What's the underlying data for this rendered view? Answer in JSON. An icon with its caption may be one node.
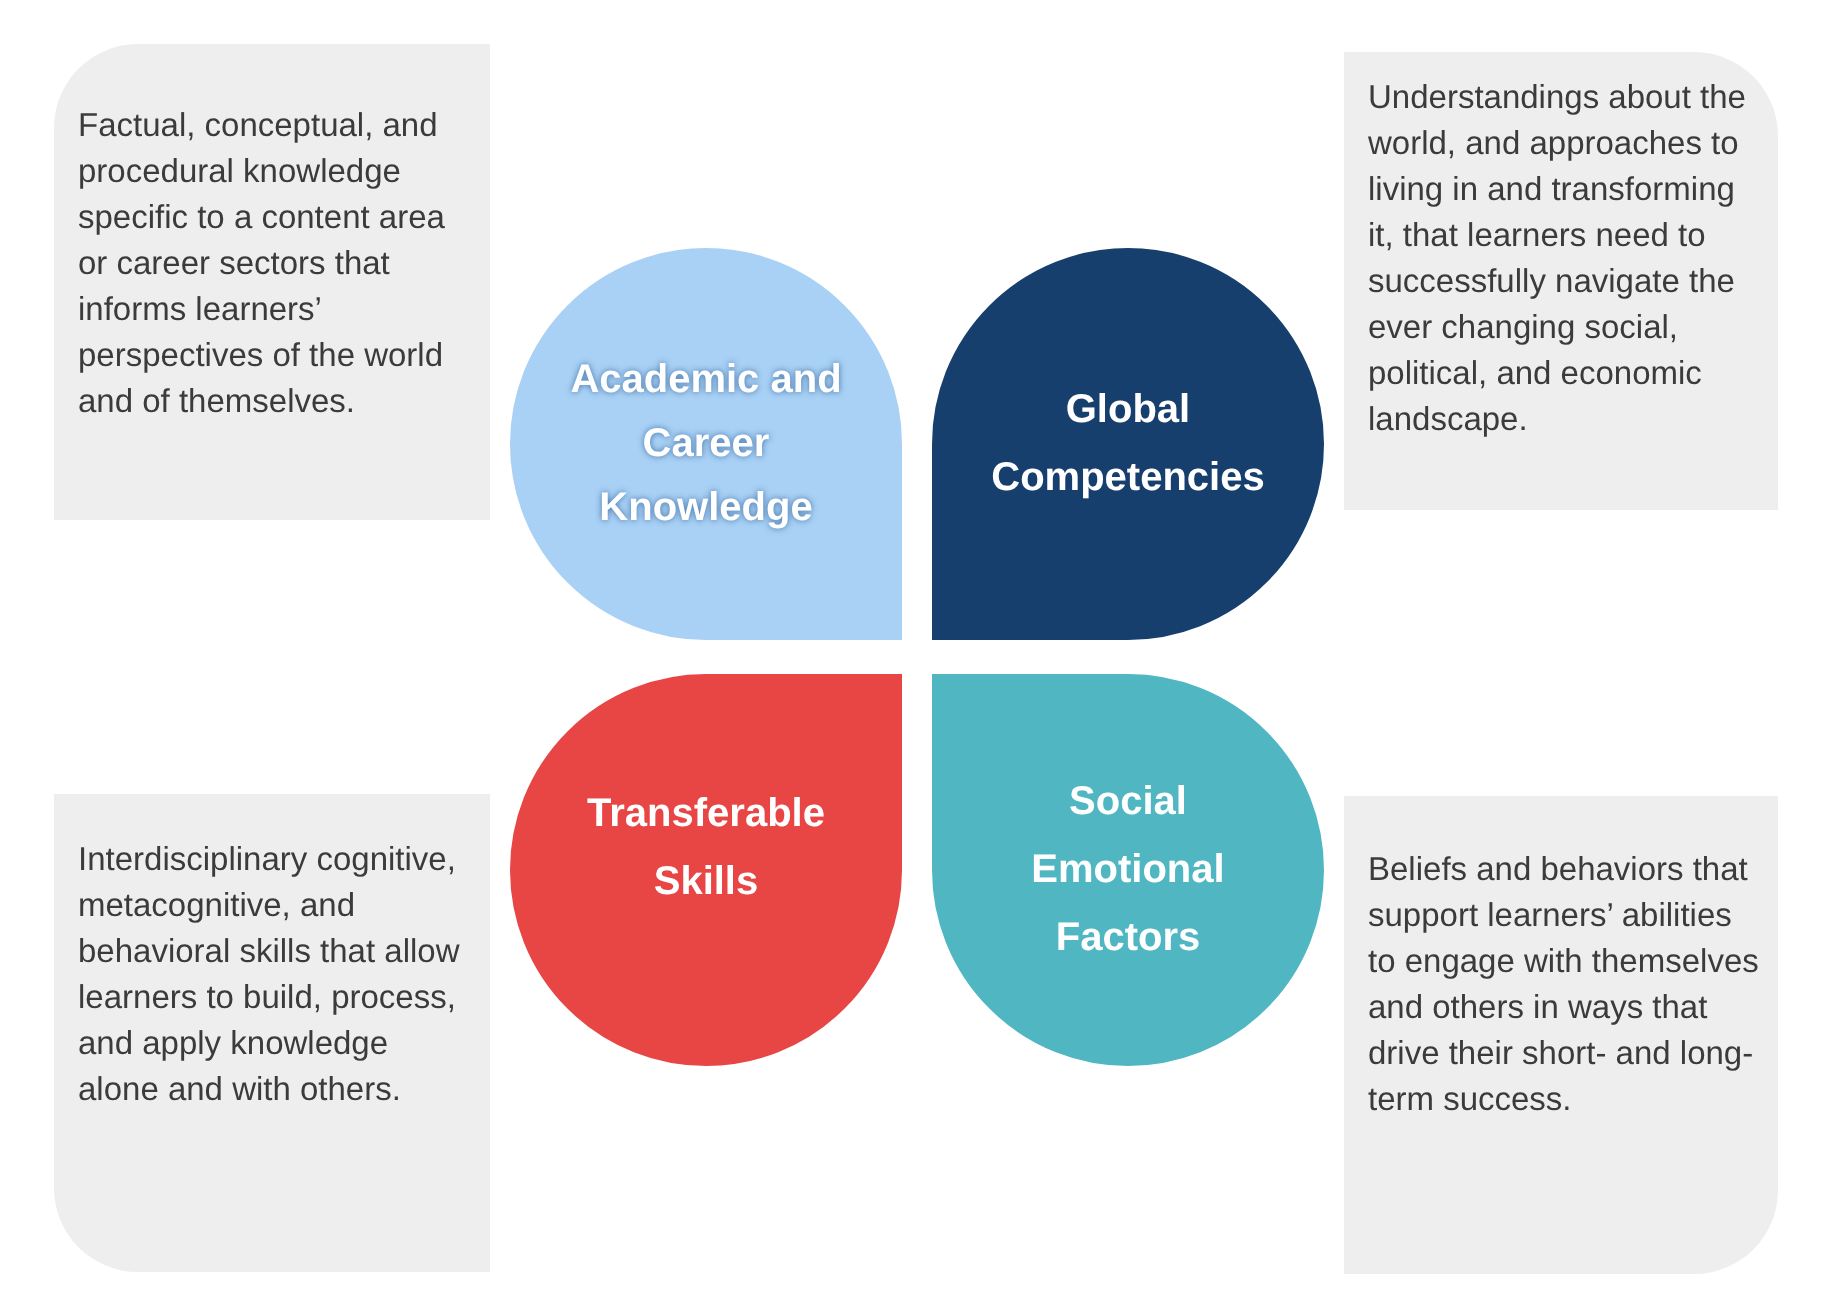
{
  "diagram": {
    "nodes": [
      {
        "text": [
          "Factual, conceptual, and procedural knowledge specific to a content area or career sectors that informs learners’ perspectives of the world and of themselves."
        ]
      },
      {
        "text": [
          "Academic and Career Knowledge"
        ]
      },
      {
        "text": [
          "Global Competencies"
        ]
      },
      {
        "text": [
          "Understandings about the world, and approaches to living in and transforming it, that learners need to successfully navigate the ever changing social, political, and economic landscape."
        ]
      },
      {
        "text": [
          "Interdisciplinary cognitive, metacognitive, and behavioral skills that allow learners to build, process, and apply knowledge alone and with others."
        ]
      },
      {
        "text": [
          "Transferable Skills"
        ]
      },
      {
        "text": [
          "Social Emotional Factors"
        ]
      },
      {
        "text": [
          "Beliefs and behaviors that support learners’ abilities to engage with themselves and others in ways that drive their short- and long-term success."
        ]
      }
    ]
  }
}
